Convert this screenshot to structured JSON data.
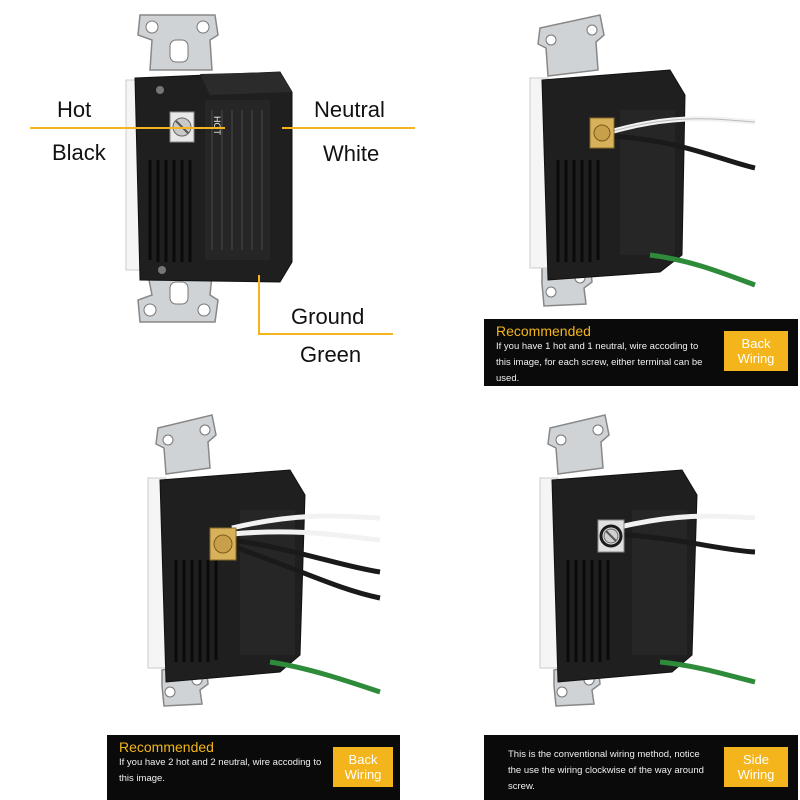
{
  "diagram_labels": {
    "hot": "Hot",
    "black": "Black",
    "neutral": "Neutral",
    "white": "White",
    "ground": "Ground",
    "green": "Green"
  },
  "captions": [
    {
      "title": "Recommended",
      "text": "If you have 1 hot and 1 neutral, wire accoding to this image, for each screw, either terminal can be used.",
      "badge": "Back Wiring"
    },
    {
      "title": "Recommended",
      "text": "If you have 2 hot and 2 neutral, wire accoding to this image.",
      "badge": "Back Wiring"
    },
    {
      "title": "",
      "text": "This is the conventional wiring method, notice the use the wiring clockwise of the way around screw.",
      "badge": "Side Wiring"
    }
  ],
  "device_marking": "HOT",
  "colors": {
    "accent": "#f3b51b",
    "caption_bg": "#0a0a0a",
    "body": "#222222",
    "ground_wire": "#2e8b3a",
    "hot_wire": "#1a1a1a",
    "neutral_wire": "#f2f2f2",
    "strap": "#cfd3d6"
  }
}
